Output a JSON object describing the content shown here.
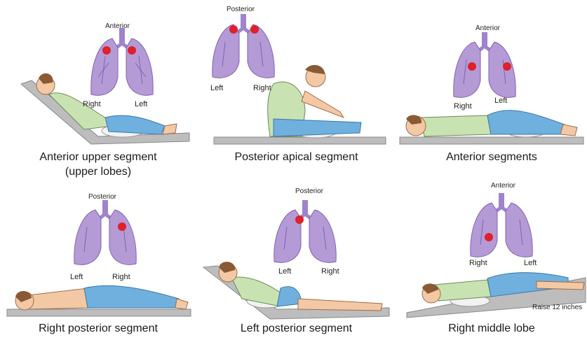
{
  "panels": [
    {
      "view": "Anterior",
      "left": "Left",
      "right": "Right",
      "caption": [
        "Anterior upper segment",
        "(upper lobes)"
      ]
    },
    {
      "view": "Posterior",
      "left": "Left",
      "right": "Right",
      "caption": [
        "Posterior apical segment"
      ]
    },
    {
      "view": "Anterior",
      "left": "Left",
      "right": "Right",
      "caption": [
        "Anterior segments"
      ]
    },
    {
      "view": "Posterior",
      "left": "Left",
      "right": "Right",
      "caption": [
        "Right posterior segment"
      ]
    },
    {
      "view": "Posterior",
      "left": "Left",
      "right": "Right",
      "caption": [
        "Left posterior segment"
      ]
    },
    {
      "view": "Anterior",
      "left": "Left",
      "right": "Right",
      "caption": [
        "Right middle lobe"
      ],
      "note": "Raise 12 inches"
    }
  ],
  "colors": {
    "lung": "#b59bd6",
    "lung_vein": "#7e60b5",
    "focus": "#e0202a",
    "skin": "#f3c9a5",
    "shirt": "#c9e2b1",
    "pants": "#6fb0df",
    "hair": "#8a5a34",
    "bed": "#bdbdbd",
    "pillow": "#f2f2f2"
  }
}
